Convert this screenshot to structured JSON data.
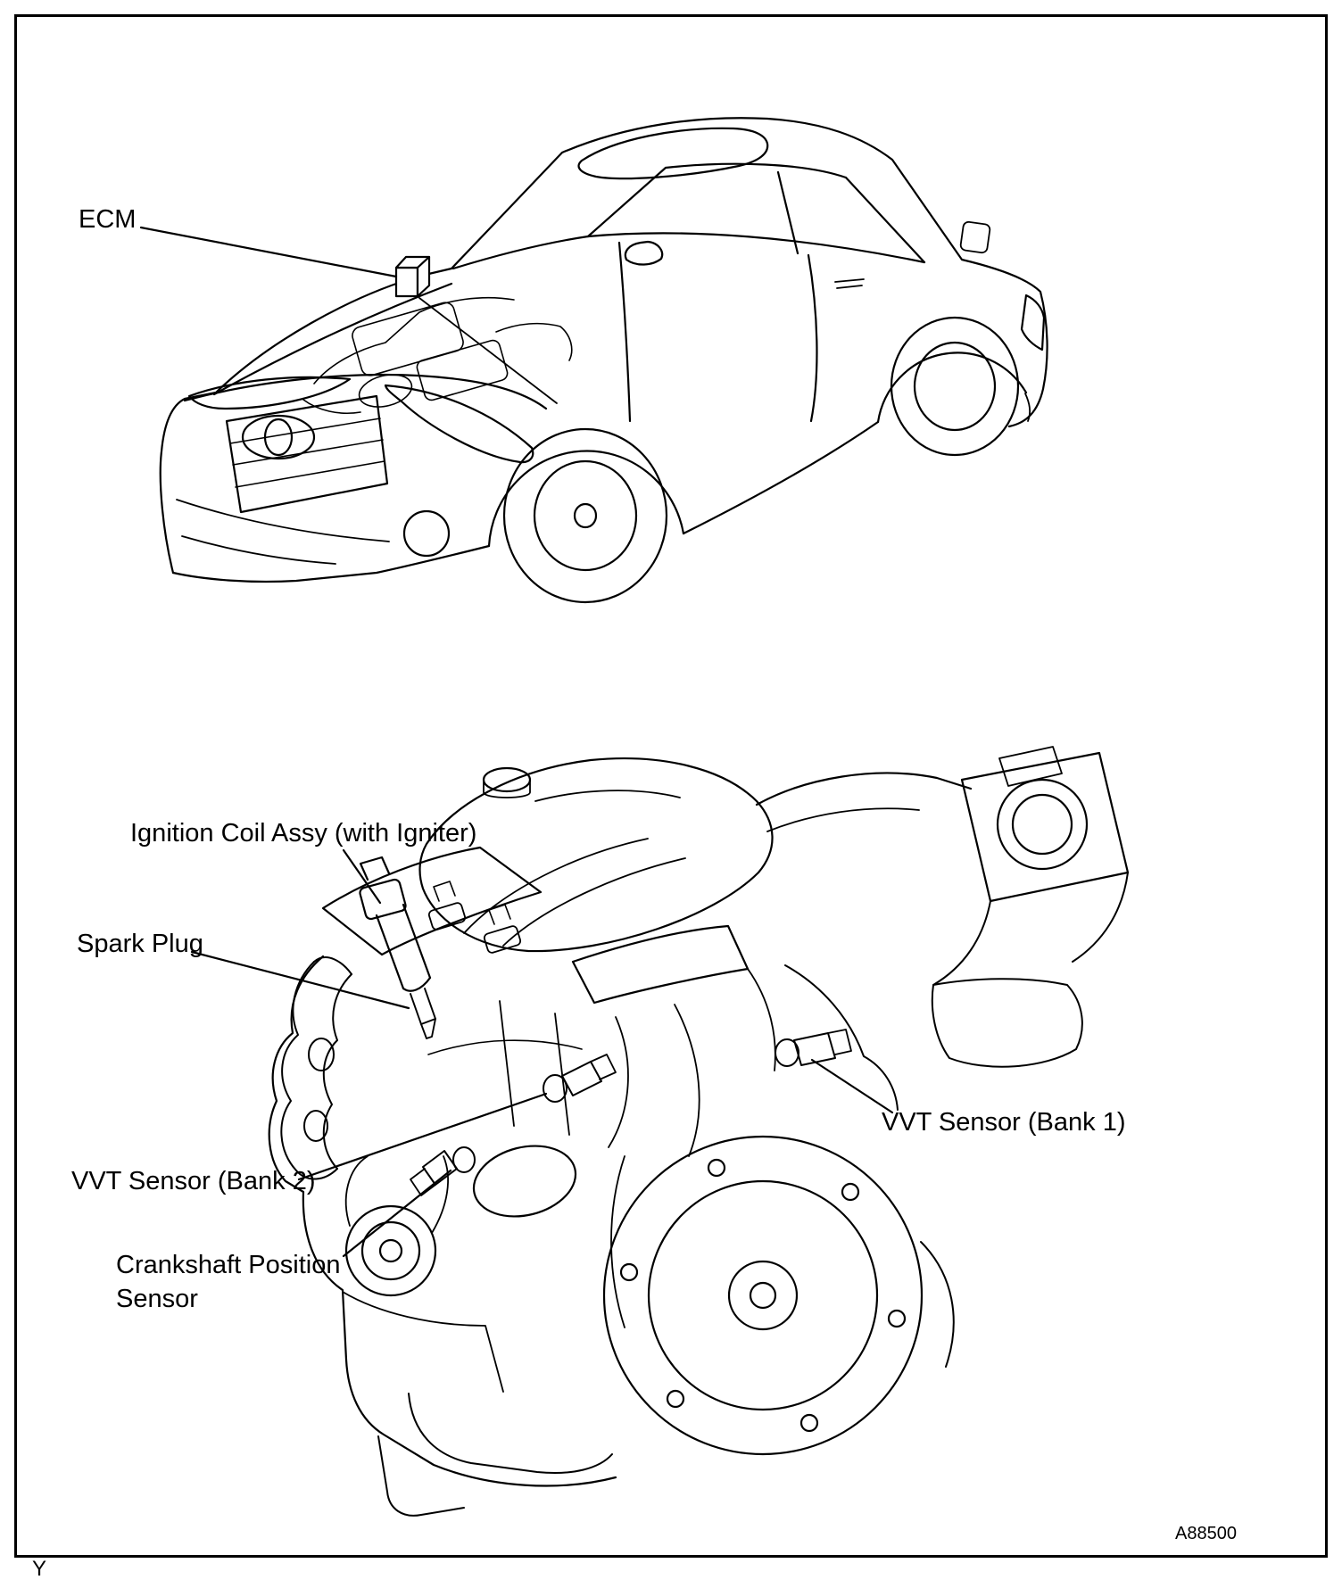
{
  "figure": {
    "code": "A88500",
    "corner_mark": "Y"
  },
  "labels": {
    "ecm": "ECM",
    "ignition_coil": "Ignition Coil Assy (with Igniter)",
    "spark_plug": "Spark Plug",
    "vvt_sensor_bank1": "VVT Sensor (Bank 1)",
    "vvt_sensor_bank2": "VVT Sensor (Bank 2)",
    "crankshaft_position_line1": "Crankshaft Position",
    "crankshaft_position_line2": "Sensor"
  },
  "colors": {
    "line_color": "#000000",
    "background": "#ffffff"
  }
}
